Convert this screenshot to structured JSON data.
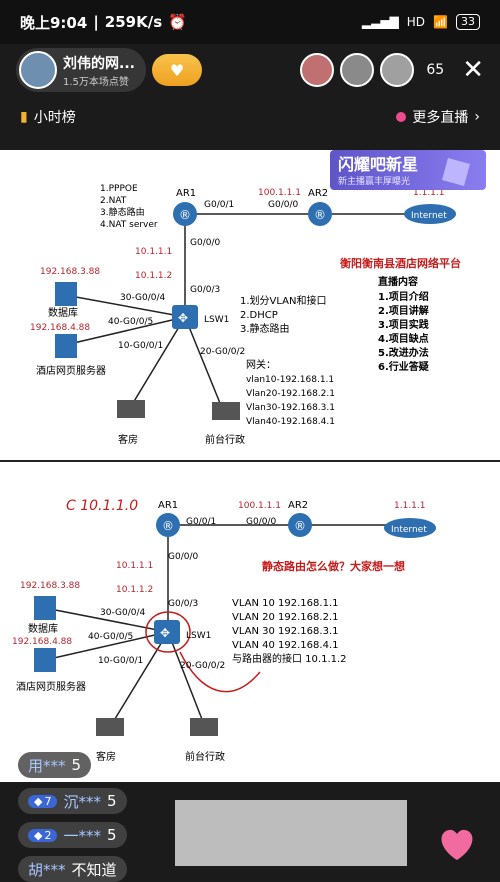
{
  "status": {
    "time": "晚上9:04",
    "speed": "259K/s",
    "signal": "HD",
    "battery": "33"
  },
  "host": {
    "name": "刘伟的网...",
    "likes": "1.5万本场点赞"
  },
  "viewers": {
    "count": "65"
  },
  "rank": {
    "label": "小时榜",
    "more": "更多直播"
  },
  "banner": {
    "title": "闪耀吧新星",
    "subtitle": "新主播赢丰厚曝光"
  },
  "slide1": {
    "ar1": "AR1",
    "ar2": "AR2",
    "internet": "Internet",
    "ar1_features": [
      "1.PPPOE",
      "2.NAT",
      "3.静态路由",
      "4.NAT server"
    ],
    "link_ar1_ar2": "100.1.1.1",
    "ar1_port": "G0/0/1",
    "ar2_port": "G0/0/0",
    "ext_ip": "1.1.1.1",
    "ar1_down": "G0/0/0",
    "ip_ar1": "10.1.1.1",
    "ip_lsw": "10.1.1.2",
    "lsw_up": "G0/0/3",
    "db_ip": "192.168.3.88",
    "db_label": "数据库",
    "web_ip": "192.168.4.88",
    "web_label": "酒店网页服务器",
    "p30": "30-G0/0/4",
    "p40": "40-G0/0/5",
    "p10": "10-G0/0/1",
    "p20": "20-G0/0/2",
    "lsw": "LSW1",
    "lsw_features": [
      "1.划分VLAN和接口",
      "2.DHCP",
      "3.静态路由"
    ],
    "gateway_title": "网关：",
    "gateways": [
      "vlan10-192.168.1.1",
      "Vlan20-192.168.2.1",
      "Vlan30-192.168.3.1",
      "Vlan40-192.168.4.1"
    ],
    "guest": "客房",
    "front": "前台行政",
    "platform": "衡阳衡南县酒店网络平台",
    "content_title": "直播内容",
    "content": [
      "1.项目介绍",
      "2.项目讲解",
      "3.项目实践",
      "4.项目缺点",
      "5.改进办法",
      "6.行业答疑"
    ]
  },
  "slide2": {
    "handwritten": "C 10.1.1.0",
    "question": "静态路由怎么做？大家想一想",
    "vlans": [
      "VLAN 10  192.168.1.1",
      "VLAN 20  192.168.2.1",
      "VLAN 30 192.168.3.1",
      "VLAN 40 192.168.4.1",
      "与路由器的接口 10.1.1.2"
    ]
  },
  "comments": [
    {
      "user": "用***",
      "text": "5",
      "level": ""
    },
    {
      "user": "沉***",
      "text": "5",
      "level": "7"
    },
    {
      "user": "一***",
      "text": "5",
      "level": "2"
    },
    {
      "user": "胡***",
      "text": "不知道",
      "level": ""
    }
  ]
}
